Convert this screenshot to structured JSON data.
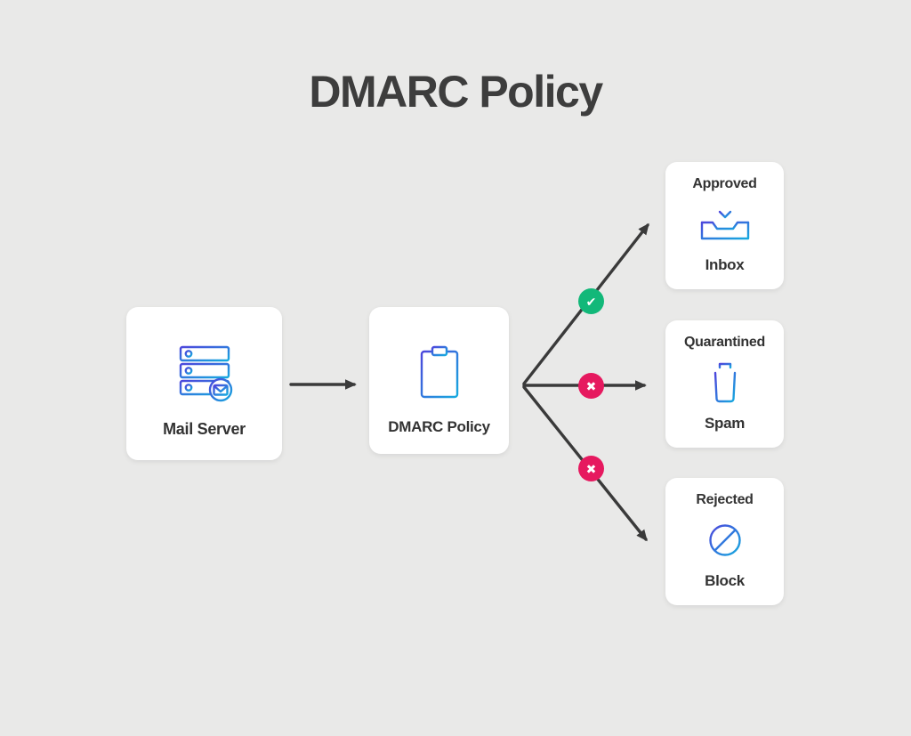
{
  "title": "DMARC Policy",
  "colors": {
    "background": "#e9e9e8",
    "title_text": "#3d3d3d",
    "label_text": "#333333",
    "arrow": "#3a3a3a",
    "card_background": "#ffffff",
    "icon_gradient_start": "#4c46dc",
    "icon_gradient_end": "#16aadf",
    "badge_approved_green": "#12b879",
    "badge_rejected_pink": "#e6195f"
  },
  "glyphs": {
    "check": "✔",
    "cross": "✖"
  },
  "nodes": {
    "mail_server": {
      "label": "Mail Server",
      "icon": "mail-server-icon"
    },
    "dmarc_policy": {
      "label": "DMARC Policy",
      "icon": "clipboard-icon"
    },
    "approved": {
      "status_label": "Approved",
      "action_label": "Inbox",
      "icon": "inbox-tray-icon"
    },
    "quarantined": {
      "status_label": "Quarantined",
      "action_label": "Spam",
      "icon": "trash-icon"
    },
    "rejected": {
      "status_label": "Rejected",
      "action_label": "Block",
      "icon": "block-icon"
    }
  },
  "edges": [
    {
      "from": "mail_server",
      "to": "dmarc_policy",
      "badge": null
    },
    {
      "from": "dmarc_policy",
      "to": "approved",
      "badge": "check"
    },
    {
      "from": "dmarc_policy",
      "to": "quarantined",
      "badge": "cross"
    },
    {
      "from": "dmarc_policy",
      "to": "rejected",
      "badge": "cross"
    }
  ]
}
